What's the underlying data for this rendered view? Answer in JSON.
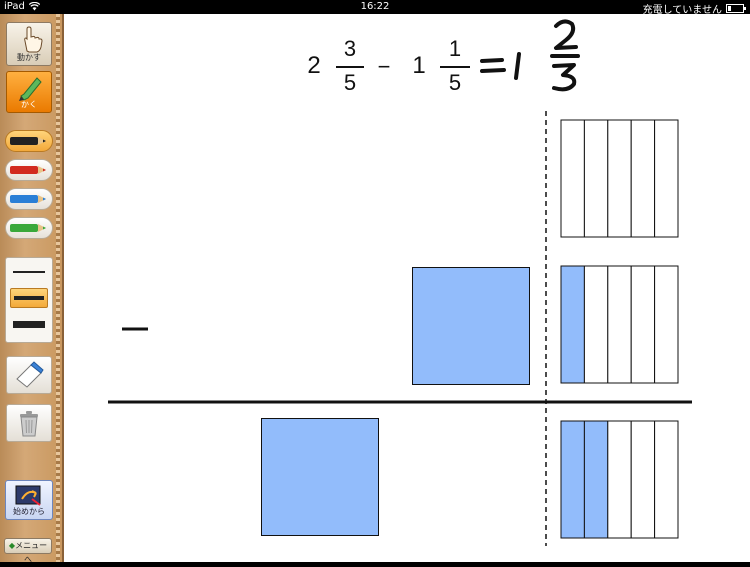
{
  "status_bar": {
    "device": "iPad",
    "time": "16:22",
    "charging_text": "充電していません",
    "battery_level": 0.2
  },
  "toolbar": {
    "move_label": "動かす",
    "draw_label": "かく",
    "restart_label": "始めから",
    "menu_label": "メニューへ",
    "pencil_colors": [
      "#222222",
      "#d22a1e",
      "#2a7fd6",
      "#3aa83a"
    ],
    "selected_pencil": 0,
    "selected_line_width": 1
  },
  "equation": {
    "term1_whole": "2",
    "term1_numerator": "3",
    "term1_denominator": "5",
    "operator": "−",
    "term2_whole": "1",
    "term2_numerator": "1",
    "term2_denominator": "5",
    "handwritten_answer": "= 1 2/3"
  },
  "workspace": {
    "minus_sign": "−",
    "fill_color": "#92bcfb",
    "strip_parts": 5,
    "strip_rows_filled": [
      0,
      1,
      2
    ]
  }
}
